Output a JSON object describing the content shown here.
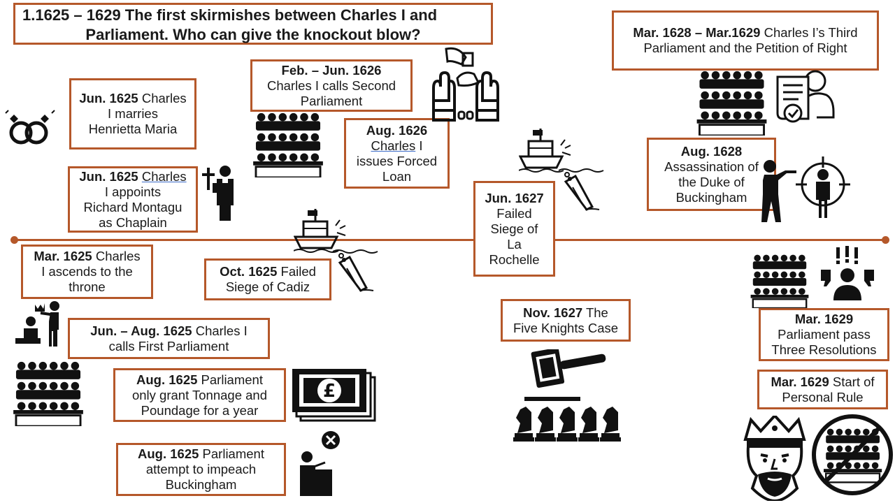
{
  "title": {
    "line1": "1.1625 – 1629  The first skirmishes between Charles I and",
    "line2": "Parliament. Who can give the knockout blow?"
  },
  "events": {
    "marriage": {
      "date": "Jun. 1625",
      "text1": " Charles",
      "text2": "I marries",
      "text3": "Henrietta Maria"
    },
    "montagu": {
      "date": "Jun. 1625",
      "link": "Charles",
      "text2": "I appoints",
      "text3": "Richard Montagu",
      "text4": "as Chaplain"
    },
    "throne": {
      "date": "Mar. 1625",
      "text1": " Charles",
      "text2": "I ascends to the",
      "text3": "throne"
    },
    "first_parl": {
      "date": "Jun. – Aug. 1625",
      "text1": "  Charles I",
      "text2": "calls First Parliament"
    },
    "tonnage": {
      "date": "Aug. 1625",
      "text1": " Parliament",
      "text2": "only grant Tonnage and",
      "text3": "Poundage for a year"
    },
    "impeach": {
      "date": "Aug. 1625",
      "text1": " Parliament",
      "text2": "attempt to impeach",
      "text3": "Buckingham"
    },
    "cadiz": {
      "date": "Oct. 1625",
      "text1": " Failed",
      "text2": "Siege of Cadiz"
    },
    "second_parl": {
      "date": "Feb. – Jun. 1626",
      "text2": "Charles I calls Second",
      "text3": "Parliament"
    },
    "forced_loan": {
      "date": "Aug. 1626",
      "link": "Charles",
      "text1": " I",
      "text2": "issues Forced",
      "text3": "Loan"
    },
    "rochelle": {
      "date": "Jun. 1627",
      "text2": "Failed",
      "text3": "Siege of",
      "text4": "La",
      "text5": "Rochelle"
    },
    "knights": {
      "date": "Nov. 1627",
      "text1": " The",
      "text2": "Five Knights Case"
    },
    "third_parl": {
      "date": "Mar. 1628 – Mar.1629",
      "text1": " Charles I’s Third",
      "text2": "Parliament and the Petition of Right"
    },
    "buckingham": {
      "date": "Aug. 1628",
      "text2": "Assassination of",
      "text3": "the Duke of",
      "text4": "Buckingham"
    },
    "resolutions": {
      "date": "Mar. 1629",
      "text2": "Parliament pass",
      "text3": "Three Resolutions"
    },
    "personal_rule": {
      "date": "Mar. 1629",
      "text1": " Start of",
      "text2": "Personal Rule"
    }
  },
  "icons": {
    "rings": "rings-icon",
    "cross": "cross-icon",
    "priest": "priest-icon",
    "crowning": "crowning-icon",
    "parliament": "parliament-seats-icon",
    "money": "pound-banknotes-icon",
    "speaker": "speaker-rejected-icon",
    "ship": "ship-icon",
    "sinking": "sinking-ship-icon",
    "handcuffs": "handcuffed-hands-icon",
    "scroll": "petition-scroll-icon",
    "assassin": "gunman-icon",
    "target": "crosshair-target-icon",
    "gavel": "gavel-icon",
    "knights": "chess-knights-icon",
    "protest": "thumbs-down-protest-icon",
    "king": "king-face-icon",
    "no_parliament": "no-parliament-icon"
  },
  "colors": {
    "accent": "#b5582a",
    "text": "#1a1a1a",
    "link_underline": "#3b6bc8"
  }
}
